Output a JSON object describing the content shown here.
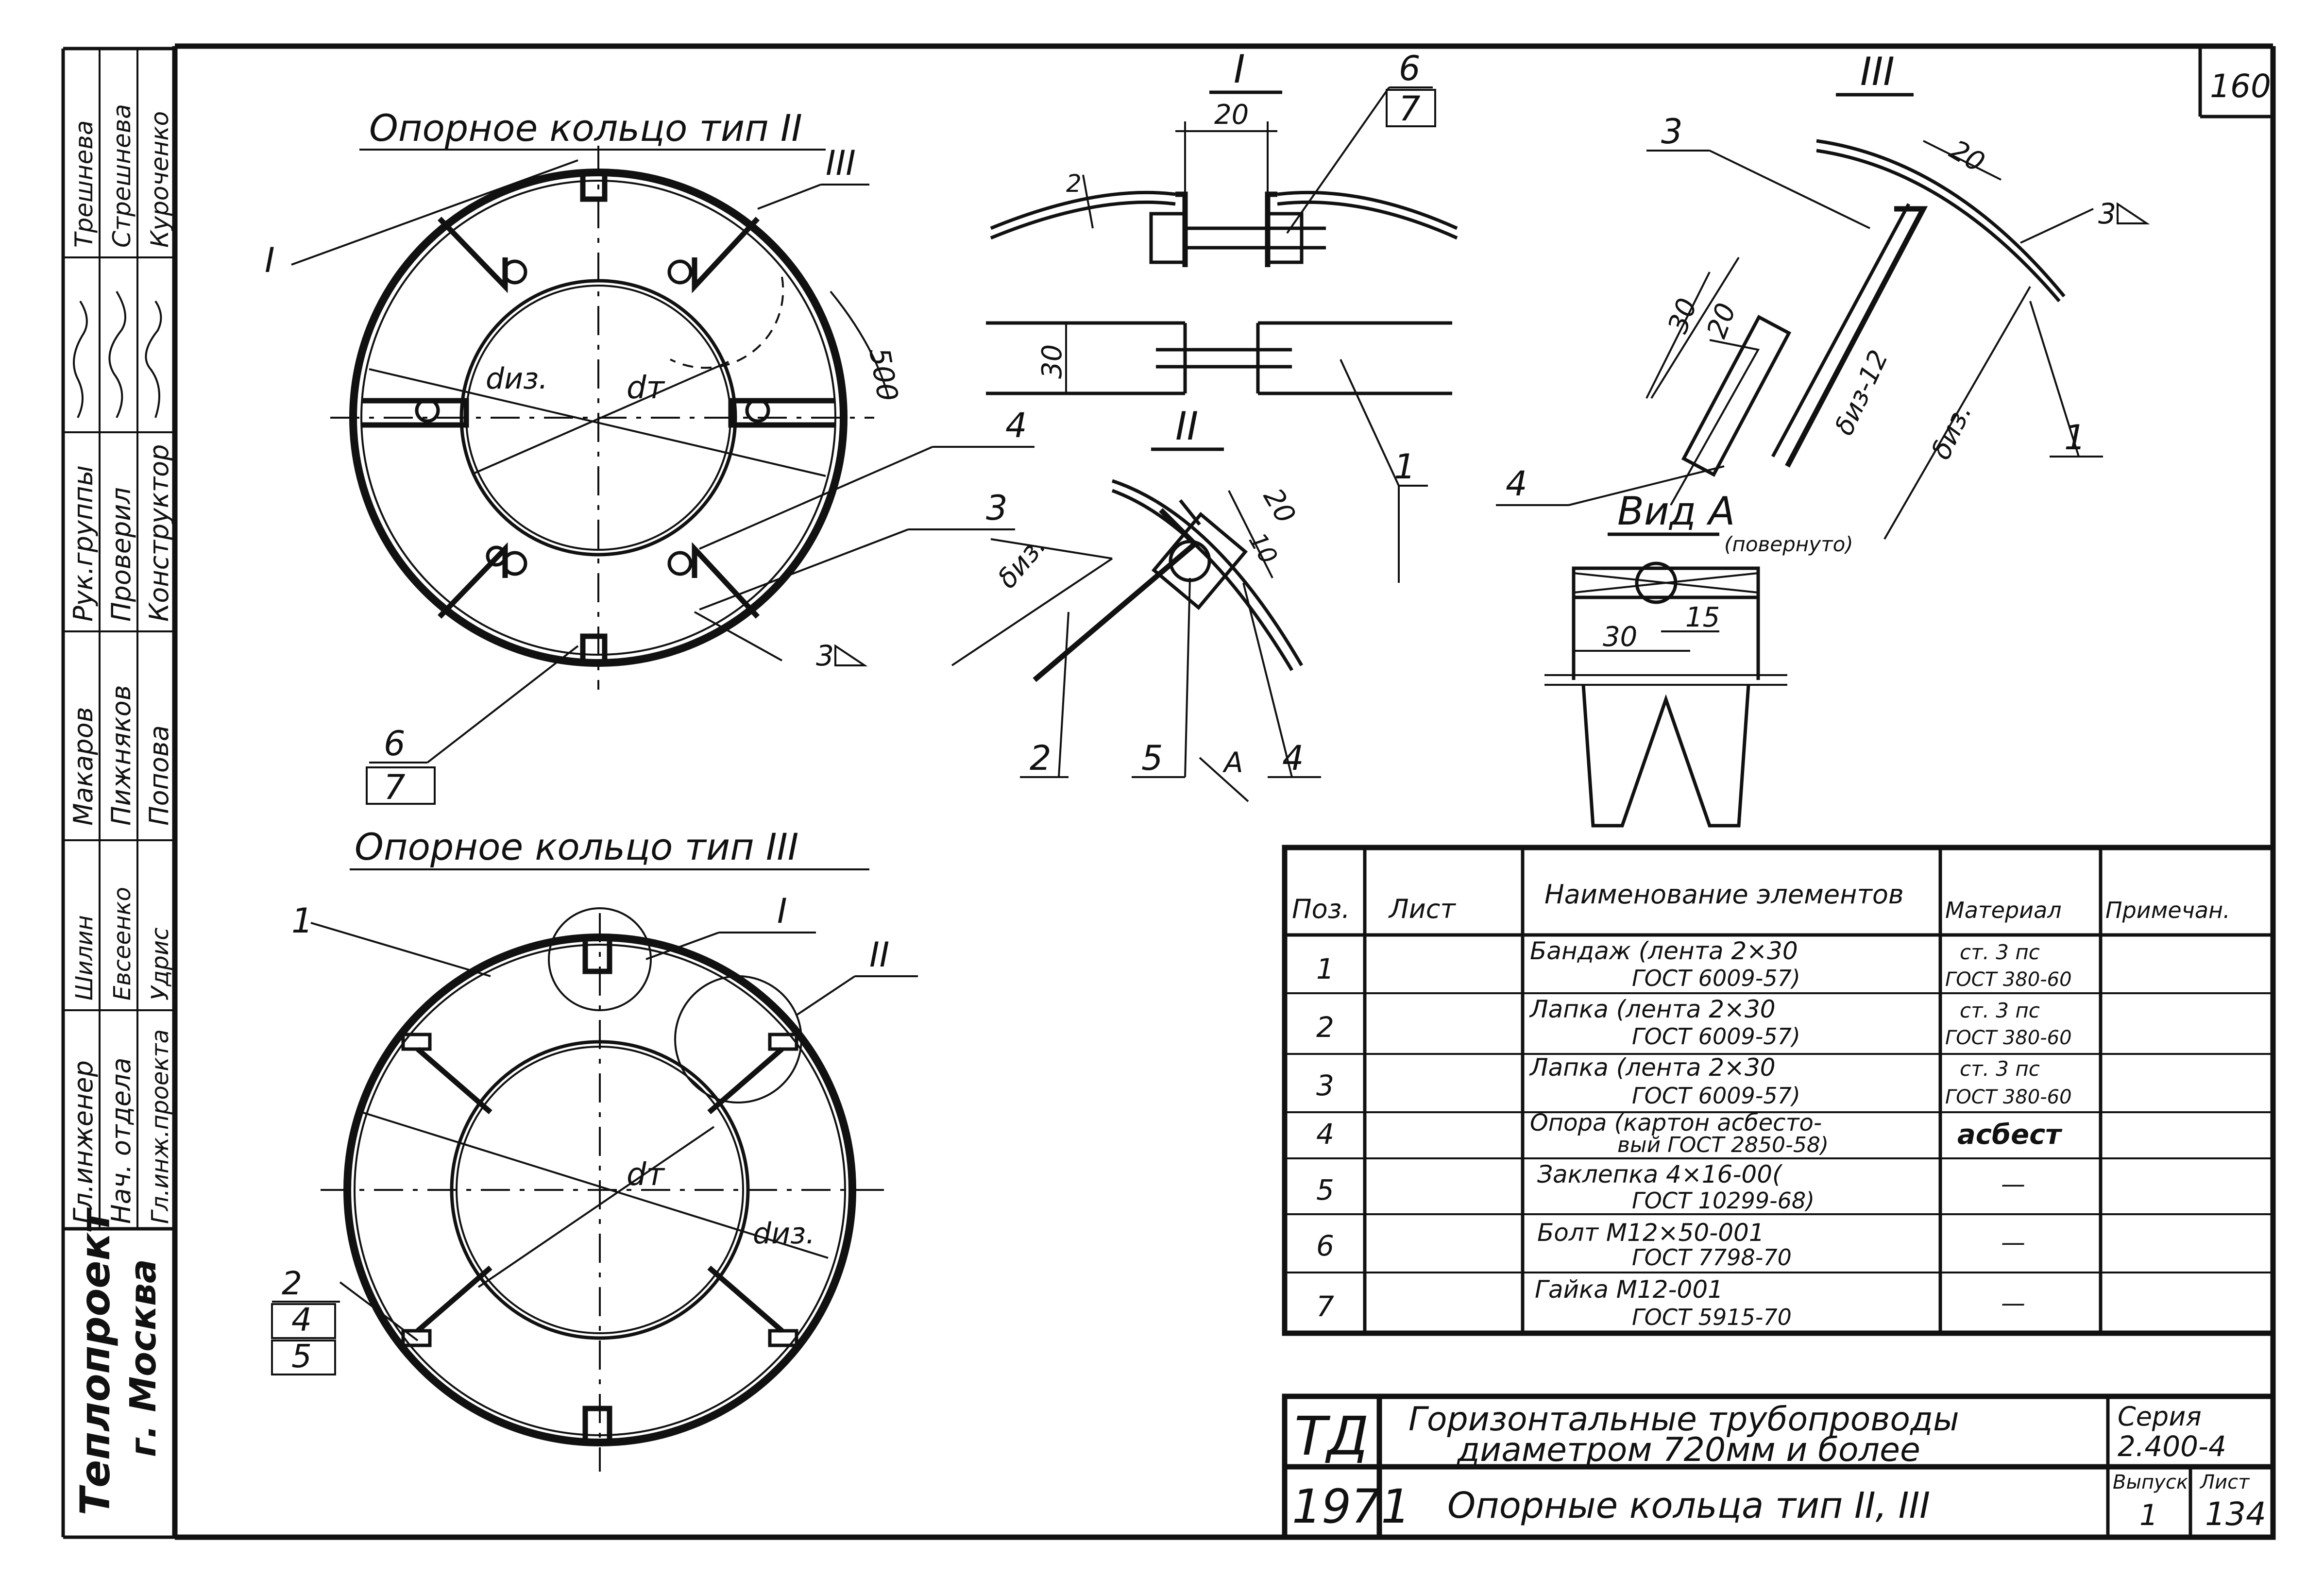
{
  "sheet_number": "160",
  "views": {
    "ring2_title": "Опорное кольцо тип II",
    "ring3_title": "Опорное кольцо тип III",
    "detail1_title": "I",
    "detail2_title": "II",
    "detail3_title": "III",
    "viewA_title": "Вид А",
    "viewA_sub": "(повернуто)"
  },
  "callouts": {
    "c_I": "I",
    "c_II": "II",
    "c_III": "III",
    "c_1": "1",
    "c_2": "2",
    "c_3": "3",
    "c_4": "4",
    "c_5": "5",
    "c_6": "6",
    "c_7": "7",
    "c_A": "А",
    "weld": "3"
  },
  "dims": {
    "d_iz": "dиз.",
    "d_t": "dт",
    "d500": "500",
    "d20": "20",
    "d2": "2",
    "d30": "30",
    "d10": "10",
    "d15": "15",
    "delta_iz": "δиз.",
    "delta_iz12": "δиз-12"
  },
  "side_stamp": {
    "rows": [
      {
        "role": "Гл.инженер",
        "name": "Шилин"
      },
      {
        "role": "Нач. отдела",
        "name": "Евсеенко"
      },
      {
        "role": "Гл.инж.проекта",
        "name": "Удрис"
      },
      {
        "role": "Рук.группы",
        "name": "Макаров"
      },
      {
        "role": "Проверил",
        "name": "Пижняков"
      },
      {
        "role": "Конструктор",
        "name": "Попова"
      },
      {
        "role": "",
        "name": "Трешнева"
      },
      {
        "role": "",
        "name": "Стрешнева"
      },
      {
        "role": "",
        "name": "Куроченко"
      }
    ],
    "org": "Теплопроект",
    "city": "г. Москва"
  },
  "spec_table": {
    "headers": [
      "Поз.",
      "Лист",
      "Наименование элементов",
      "Материал",
      "Примечан."
    ],
    "rows": [
      {
        "pos": "1",
        "sheet": "",
        "name_l1": "Бандаж (лента 2×30",
        "name_l2": "ГОСТ 6009-57)",
        "mat_l1": "ст. 3 пс",
        "mat_l2": "ГОСТ 380-60",
        "note": ""
      },
      {
        "pos": "2",
        "sheet": "",
        "name_l1": "Лапка (лента 2×30",
        "name_l2": "ГОСТ 6009-57)",
        "mat_l1": "ст. 3 пс",
        "mat_l2": "ГОСТ 380-60",
        "note": ""
      },
      {
        "pos": "3",
        "sheet": "",
        "name_l1": "Лапка (лента 2×30",
        "name_l2": "ГОСТ 6009-57)",
        "mat_l1": "ст. 3 пс",
        "mat_l2": "ГОСТ 380-60",
        "note": ""
      },
      {
        "pos": "4",
        "sheet": "",
        "name_l1": "Опора (картон асбесто-",
        "name_l2": "вый ГОСТ 2850-58)",
        "mat_l1": "асбест",
        "mat_l2": "",
        "note": ""
      },
      {
        "pos": "5",
        "sheet": "",
        "name_l1": "Заклепка 4×16-00(",
        "name_l2": "ГОСТ 10299-68)",
        "mat_l1": "—",
        "mat_l2": "",
        "note": ""
      },
      {
        "pos": "6",
        "sheet": "",
        "name_l1": "Болт М12×50-001",
        "name_l2": "ГОСТ 7798-70",
        "mat_l1": "—",
        "mat_l2": "",
        "note": ""
      },
      {
        "pos": "7",
        "sheet": "",
        "name_l1": "Гайка М12-001",
        "name_l2": "ГОСТ 5915-70",
        "mat_l1": "—",
        "mat_l2": "",
        "note": ""
      }
    ]
  },
  "title_block": {
    "code": "ТД",
    "year": "1971",
    "title_l1": "Горизонтальные трубопроводы",
    "title_l2": "диаметром 720мм и более",
    "subtitle": "Опорные кольца тип II, III",
    "series_label": "Серия",
    "series_value": "2.400-4",
    "issue_label": "Выпуск",
    "issue_value": "1",
    "sheet_label": "Лист",
    "sheet_value": "134"
  }
}
